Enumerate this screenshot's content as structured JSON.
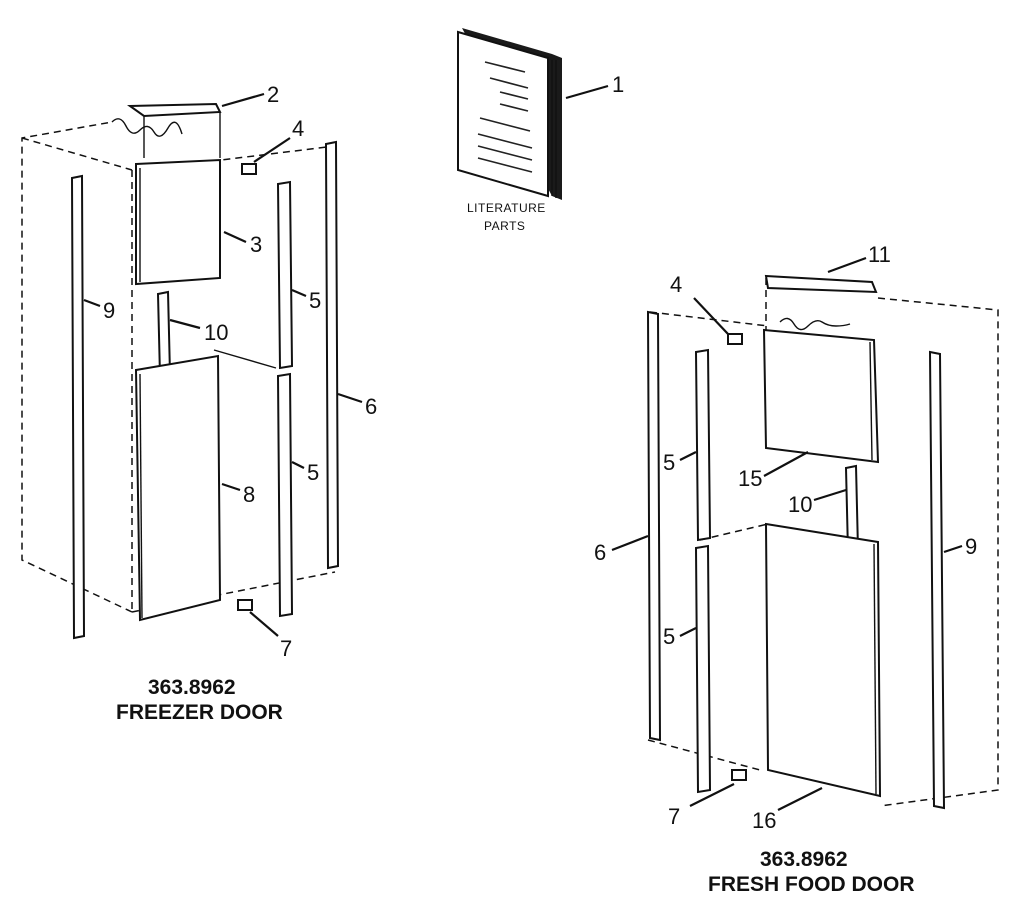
{
  "labels": {
    "l1": "1",
    "l2": "2",
    "l3": "3",
    "l4a": "4",
    "l5a": "5",
    "l5b": "5",
    "l6a": "6",
    "l7a": "7",
    "l8": "8",
    "l9a": "9",
    "l10a": "10",
    "l11": "11",
    "l4b": "4",
    "l5c": "5",
    "l5d": "5",
    "l6b": "6",
    "l7b": "7",
    "l9b": "9",
    "l10b": "10",
    "l15": "15",
    "l16": "16"
  },
  "literature": {
    "line1": "LITERATURE",
    "line2": "PARTS"
  },
  "captions": {
    "freezer_model": "363.8962",
    "freezer_name": "FREEZER DOOR",
    "fresh_model": "363.8962",
    "fresh_name": "FRESH FOOD DOOR"
  }
}
